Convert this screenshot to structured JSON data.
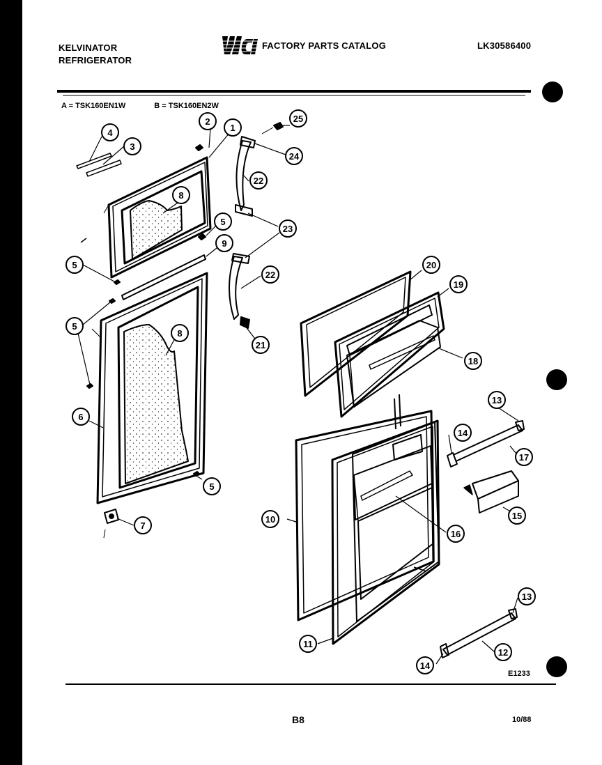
{
  "header": {
    "brand_line1": "KELVINATOR",
    "brand_line2": "REFRIGERATOR",
    "logo_text": "WCI",
    "catalog_title": "FACTORY PARTS CATALOG",
    "part_number": "LK30586400"
  },
  "models": {
    "a": "A = TSK160EN1W",
    "b": "B = TSK160EN2W"
  },
  "callouts": {
    "c1": "1",
    "c2": "2",
    "c3": "3",
    "c4": "4",
    "c5": "5",
    "c6": "6",
    "c7": "7",
    "c8": "8",
    "c9": "9",
    "c10": "10",
    "c11": "11",
    "c12": "12",
    "c13": "13",
    "c14": "14",
    "c15": "15",
    "c16": "16",
    "c17": "17",
    "c18": "18",
    "c19": "19",
    "c20": "20",
    "c21": "21",
    "c22": "22",
    "c23": "23",
    "c24": "24",
    "c25": "25"
  },
  "footer": {
    "drawing_code": "E1233",
    "page": "B8",
    "date": "10/88"
  },
  "colors": {
    "ink": "#000000",
    "paper": "#ffffff",
    "border": "#000000"
  }
}
